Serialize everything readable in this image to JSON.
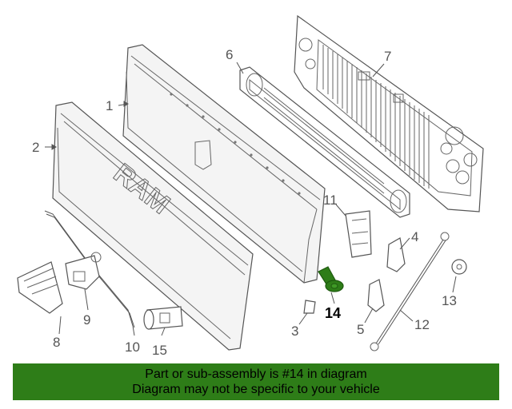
{
  "diagram": {
    "labels": {
      "p1": "1",
      "p2": "2",
      "p3": "3",
      "p4": "4",
      "p5": "5",
      "p6": "6",
      "p7": "7",
      "p8": "8",
      "p9": "9",
      "p10": "10",
      "p11": "11",
      "p12": "12",
      "p13": "13",
      "p14": "14",
      "p15": "15"
    },
    "emblem_text": "RAM",
    "highlight_color": "#2e7d18"
  },
  "banner": {
    "line1": "Part or sub-assembly is #14 in diagram",
    "line2": "Diagram may not be specific to your vehicle"
  }
}
